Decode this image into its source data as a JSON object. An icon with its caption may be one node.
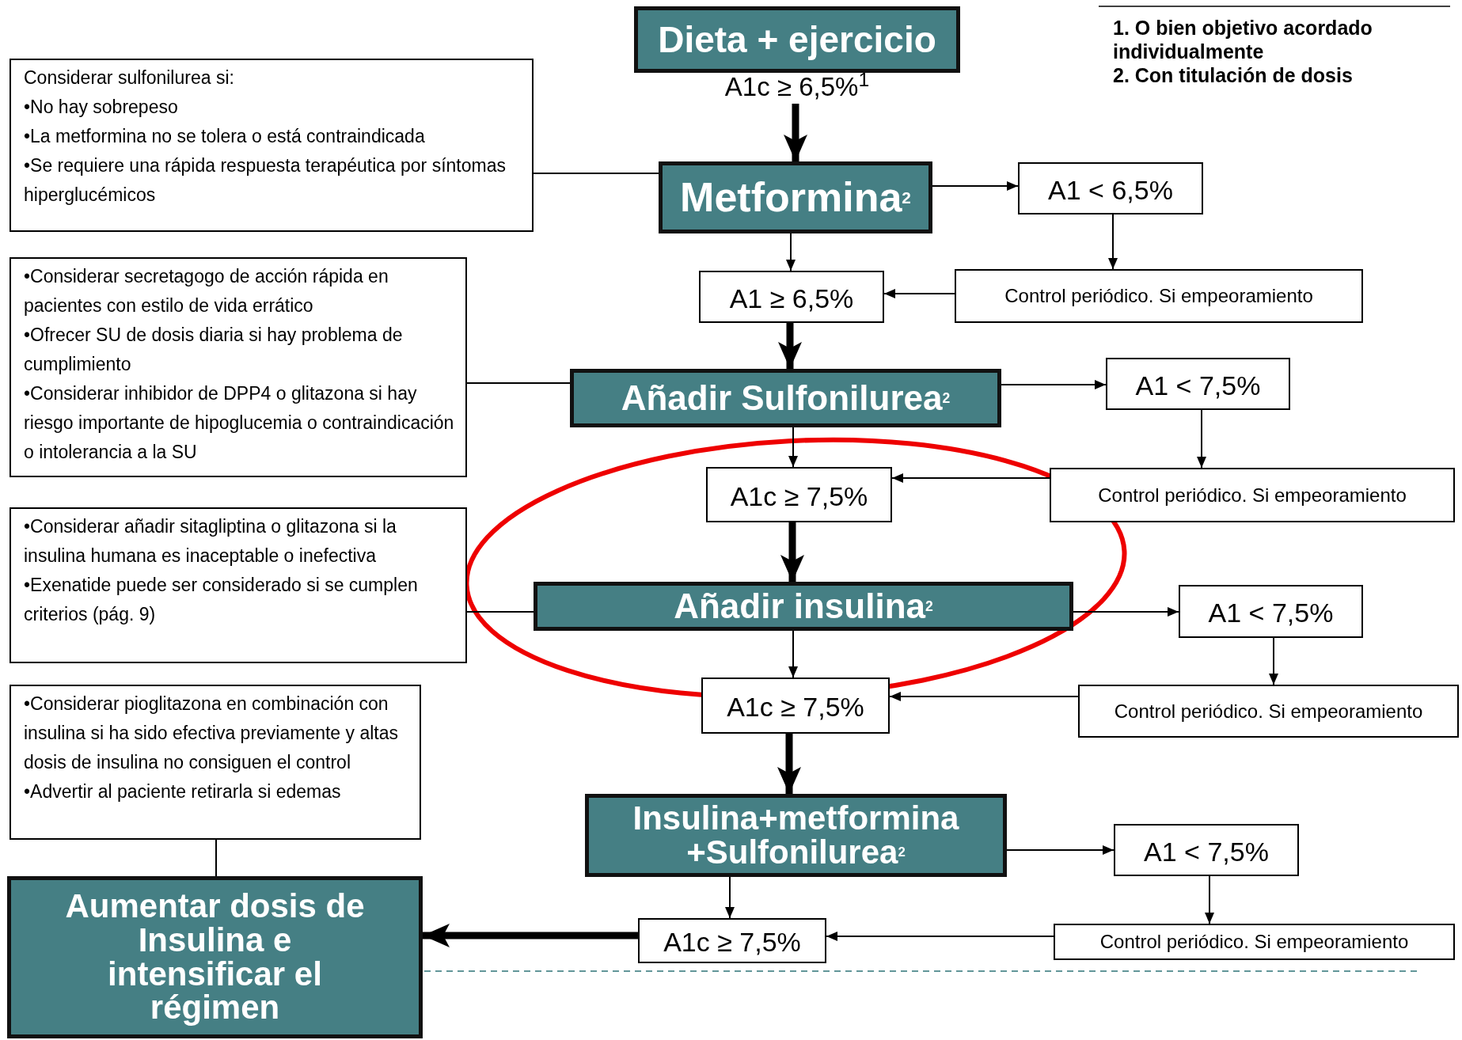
{
  "diagram": {
    "nodes": [
      {
        "text": [
          "Dieta + ejercicio"
        ],
        "beside": [
          "A1c ≥ 6,5%$^{1}$"
        ]
      },
      {
        "text": [
          "Considerar sulfonilurea si:",
          "•No hay sobrepeso",
          "•La metformina no se tolera o está contraindicada",
          "•Se requiere una rápida respuesta terapéutica por síntomas hiperglucémicos"
        ]
      },
      {
        "text": [
          "Metformina$^{2}$"
        ]
      },
      {
        "text": [
          "A1 < 6,5%"
        ]
      },
      {
        "text": [
          "A1 ≥ 6,5%"
        ]
      },
      {
        "text": [
          "Control periódico. Si empeoramiento"
        ]
      },
      {
        "text": [
          "•Considerar secretagogo de acción rápida en pacientes con estilo de vida errático",
          "•Ofrecer SU de dosis diaria si hay problema de cumplimiento",
          "•Considerar inhibidor de DPP4 o glitazona si hay riesgo importante de hipoglucemia o contraindicación o intolerancia a la SU"
        ]
      },
      {
        "text": [
          "Añadir Sulfonilurea$^{2}$"
        ]
      },
      {
        "text": [
          "A1 < 7,5%"
        ]
      },
      {
        "text": [
          "A1c ≥ 7,5%"
        ]
      },
      {
        "text": [
          "Control periódico. Si empeoramiento"
        ]
      },
      {
        "text": [
          "•Considerar añadir sitagliptina o glitazona si la insulina humana es inaceptable o inefectiva",
          "•Exenatide puede ser considerado si se cumplen criterios (pág. 9)"
        ]
      },
      {
        "text": [
          "Añadir insulina$^{2}$"
        ]
      },
      {
        "text": [
          "A1 < 7,5%"
        ]
      },
      {
        "text": [
          "A1c ≥ 7,5%"
        ]
      },
      {
        "text": [
          "Control periódico. Si empeoramiento"
        ]
      },
      {
        "text": [
          "•Considerar pioglitazona en combinación con insulina si ha sido efectiva previamente y altas dosis de insulina no consiguen el control",
          "•Advertir al paciente retirarla si edemas"
        ]
      },
      {
        "text": [
          "Insulina+metformina +Sulfonilurea$^{2}$"
        ]
      },
      {
        "text": [
          "A1 < 7,5%"
        ]
      },
      {
        "text": [
          "A1c ≥ 7,5%"
        ]
      },
      {
        "text": [
          "Control periódico. Si empeoramiento"
        ]
      },
      {
        "text": [
          "Aumentar dosis de Insulina e intensificar el régimen"
        ]
      }
    ],
    "edges": [
      {
        "from": 0,
        "to": 2,
        "arrow": "to",
        "style": "thick"
      },
      {
        "from": 1,
        "to": 2,
        "arrow": "none"
      },
      {
        "from": 2,
        "to": 3,
        "arrow": "to"
      },
      {
        "from": 2,
        "to": 4,
        "arrow": "to"
      },
      {
        "from": 3,
        "to": 5,
        "arrow": "to"
      },
      {
        "from": 5,
        "to": 4,
        "arrow": "to"
      },
      {
        "from": 4,
        "to": 7,
        "arrow": "to",
        "style": "thick"
      },
      {
        "from": 6,
        "to": 7,
        "arrow": "none"
      },
      {
        "from": 7,
        "to": 8,
        "arrow": "to"
      },
      {
        "from": 7,
        "to": 9,
        "arrow": "to"
      },
      {
        "from": 8,
        "to": 10,
        "arrow": "to"
      },
      {
        "from": 10,
        "to": 9,
        "arrow": "to"
      },
      {
        "from": 9,
        "to": 12,
        "arrow": "to",
        "style": "thick"
      },
      {
        "from": 11,
        "to": 12,
        "arrow": "none"
      },
      {
        "from": 12,
        "to": 13,
        "arrow": "to"
      },
      {
        "from": 12,
        "to": 14,
        "arrow": "to"
      },
      {
        "from": 13,
        "to": 15,
        "arrow": "to"
      },
      {
        "from": 15,
        "to": 14,
        "arrow": "to"
      },
      {
        "from": 14,
        "to": 17,
        "arrow": "to",
        "style": "thick"
      },
      {
        "from": 16,
        "to": 21,
        "arrow": "none"
      },
      {
        "from": 17,
        "to": 18,
        "arrow": "to"
      },
      {
        "from": 17,
        "to": 19,
        "arrow": "to"
      },
      {
        "from": 18,
        "to": 20,
        "arrow": "to"
      },
      {
        "from": 20,
        "to": 19,
        "arrow": "to"
      },
      {
        "from": 19,
        "to": 21,
        "arrow": "to",
        "style": "thick"
      }
    ],
    "labels": [
      "1. O bien objetivo acordado individualmente",
      "2. Con titulación de dosis"
    ]
  }
}
